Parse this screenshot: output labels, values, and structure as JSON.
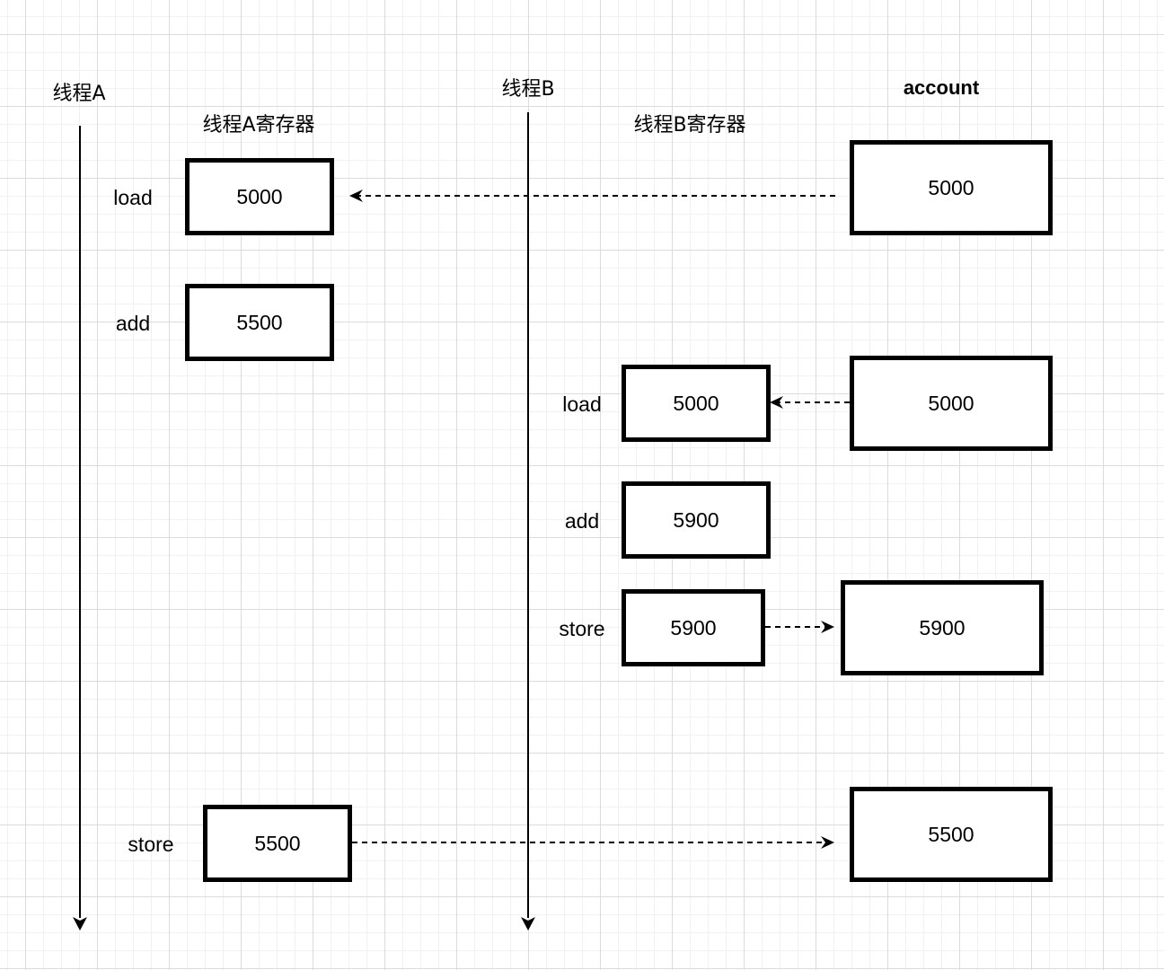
{
  "thread_a": {
    "title": "线程A",
    "register_title": "线程A寄存器",
    "ops": [
      {
        "op": "load",
        "value": "5000"
      },
      {
        "op": "add",
        "value": "5500"
      },
      {
        "op": "store",
        "value": "5500"
      }
    ]
  },
  "thread_b": {
    "title": "线程B",
    "register_title": "线程B寄存器",
    "ops": [
      {
        "op": "load",
        "value": "5000"
      },
      {
        "op": "add",
        "value": "5900"
      },
      {
        "op": "store",
        "value": "5900"
      }
    ]
  },
  "account": {
    "title": "account",
    "values": [
      "5000",
      "5000",
      "5900",
      "5500"
    ]
  }
}
